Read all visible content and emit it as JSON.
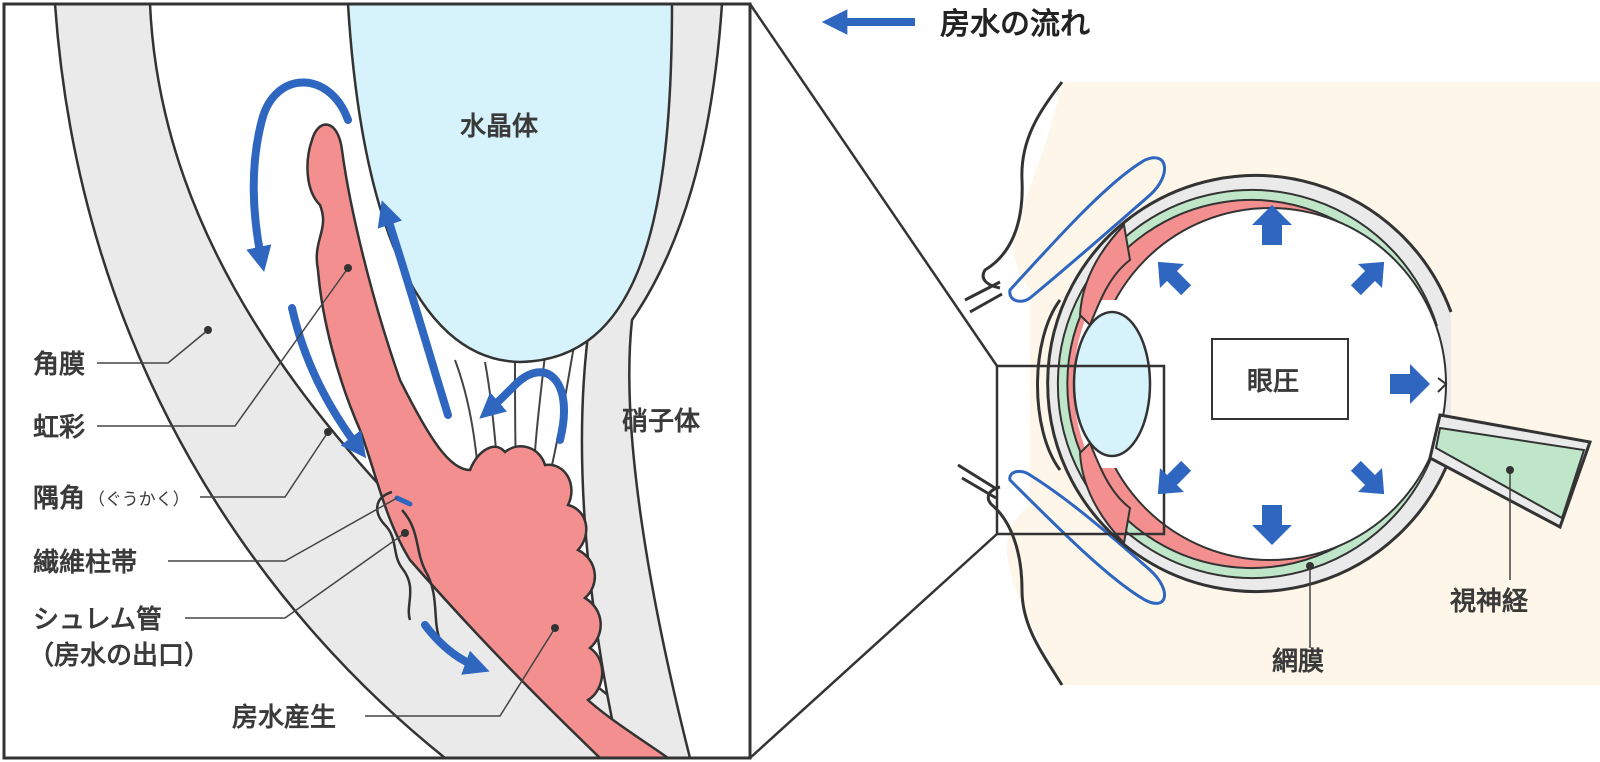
{
  "legend": {
    "arrow_label": "房水の流れ"
  },
  "detail_labels": {
    "lens": "水晶体",
    "vitreous": "硝子体",
    "cornea": "角膜",
    "iris": "虹彩",
    "angle": "隅角",
    "angle_reading": "（ぐうかく）",
    "ciliary_zonule": "繊維柱帯",
    "schlemm_line1": "シュレム管",
    "schlemm_line2": "（房水の出口）",
    "aqueous_production": "房水産生"
  },
  "eye_labels": {
    "pressure": "眼圧",
    "retina": "網膜",
    "optic_nerve": "視神経"
  },
  "colors": {
    "flow_arrow": "#2f66bf",
    "iris": "#f48f8f",
    "lens": "#d6f3fb",
    "cornea": "#eaeaea",
    "skin": "#fdf6e9",
    "retina_layer": "#f48f8f",
    "choroid_layer": "#bfe6c8",
    "outline": "#333333"
  }
}
